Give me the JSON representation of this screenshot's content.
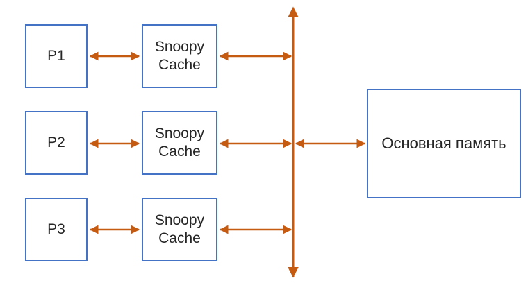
{
  "colors": {
    "background": "#ffffff",
    "box_border": "#4472C4",
    "arrow": "#C55A11",
    "text": "#262626"
  },
  "rows": [
    {
      "processor": "P1",
      "cache": {
        "line1": "Snoopy",
        "line2": "Cache"
      }
    },
    {
      "processor": "P2",
      "cache": {
        "line1": "Snoopy",
        "line2": "Cache"
      }
    },
    {
      "processor": "P3",
      "cache": {
        "line1": "Snoopy",
        "line2": "Cache"
      }
    }
  ],
  "memory": {
    "label": "Основная память"
  }
}
